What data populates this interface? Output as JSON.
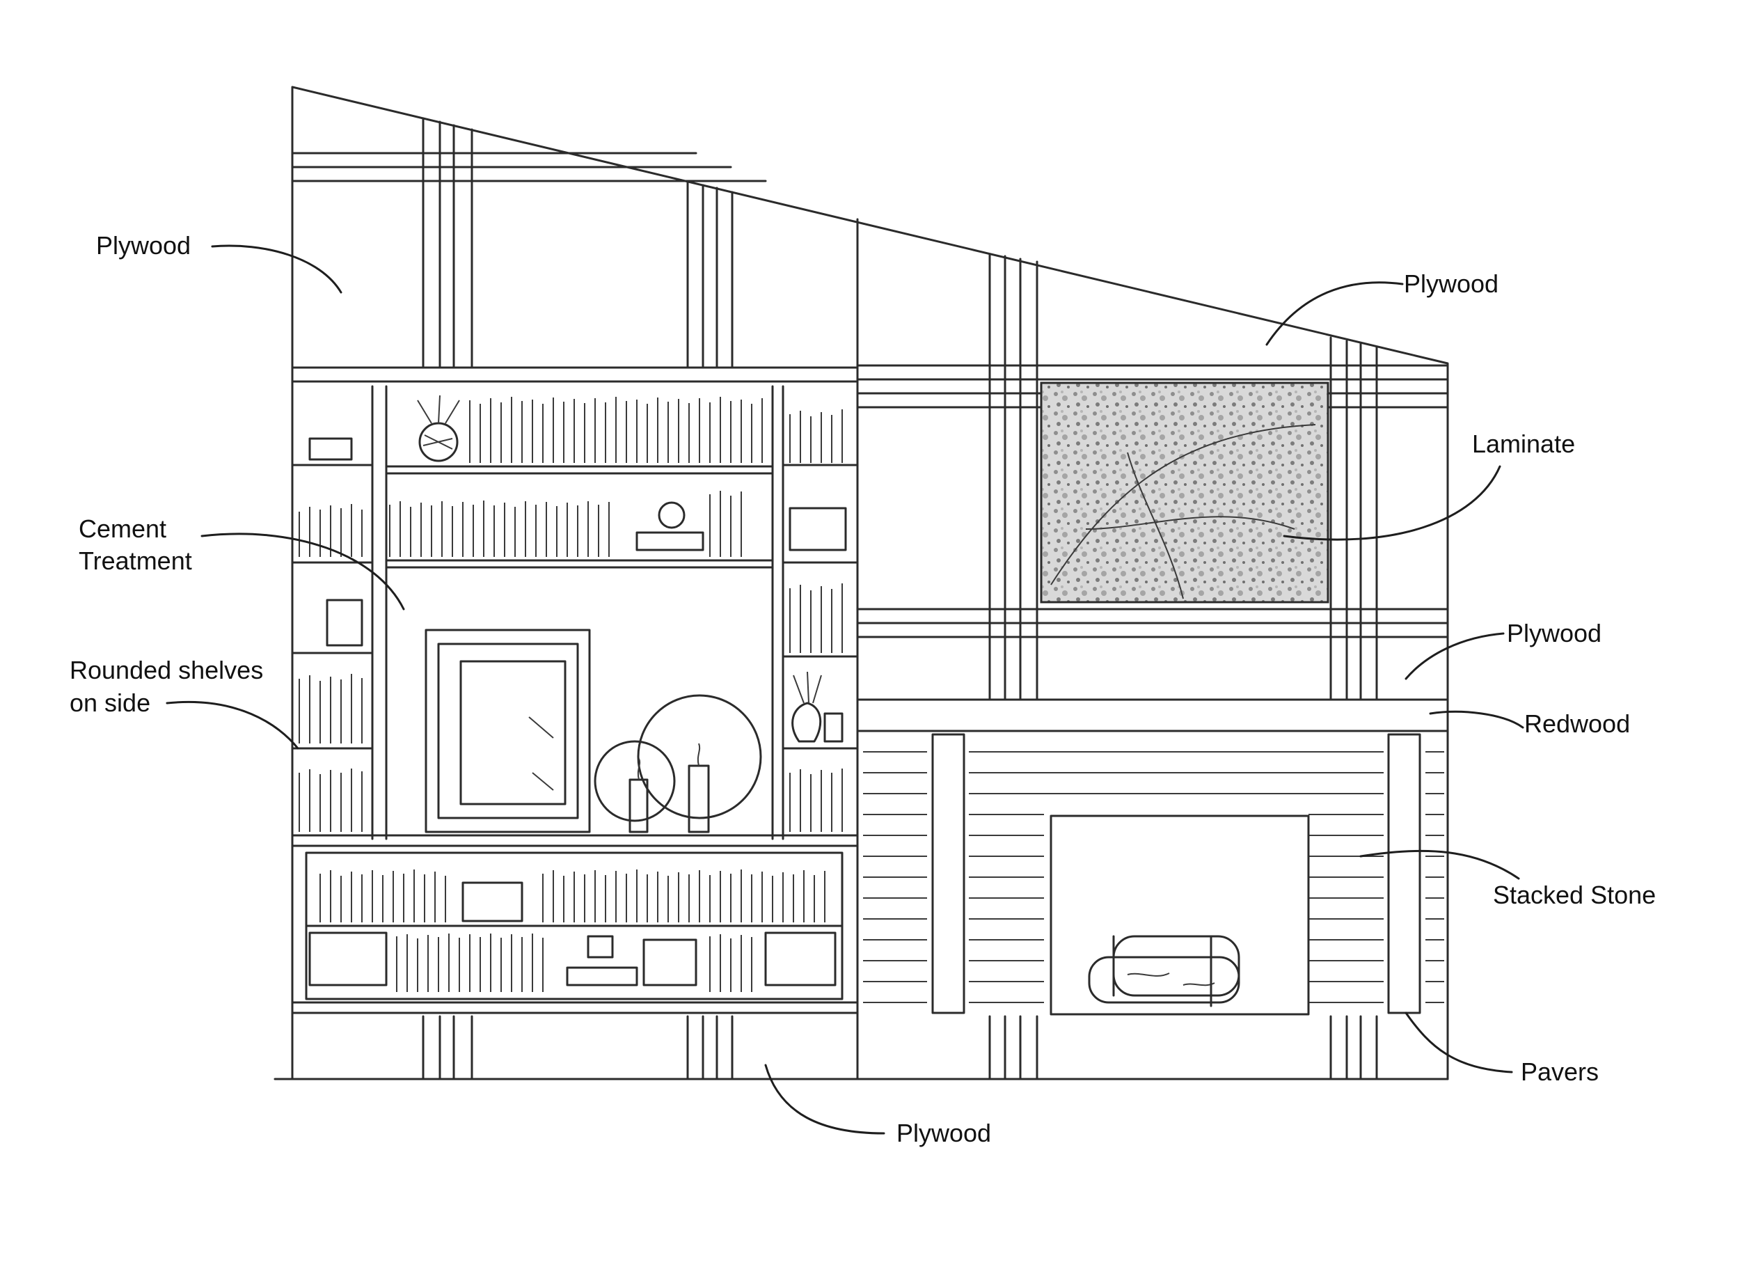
{
  "labels": {
    "plywood_top_left": "Plywood",
    "plywood_top_right": "Plywood",
    "laminate": "Laminate",
    "cement_line1": "Cement",
    "cement_line2": "Treatment",
    "rounded_line1": "Rounded shelves",
    "rounded_line2": "on side",
    "plywood_mid_right": "Plywood",
    "redwood": "Redwood",
    "stacked_stone": "Stacked Stone",
    "pavers": "Pavers",
    "plywood_bottom": "Plywood"
  },
  "colors": {
    "ink": "#2b2b2b",
    "paper": "#ffffff",
    "window_texture": "#9a9a9a"
  }
}
